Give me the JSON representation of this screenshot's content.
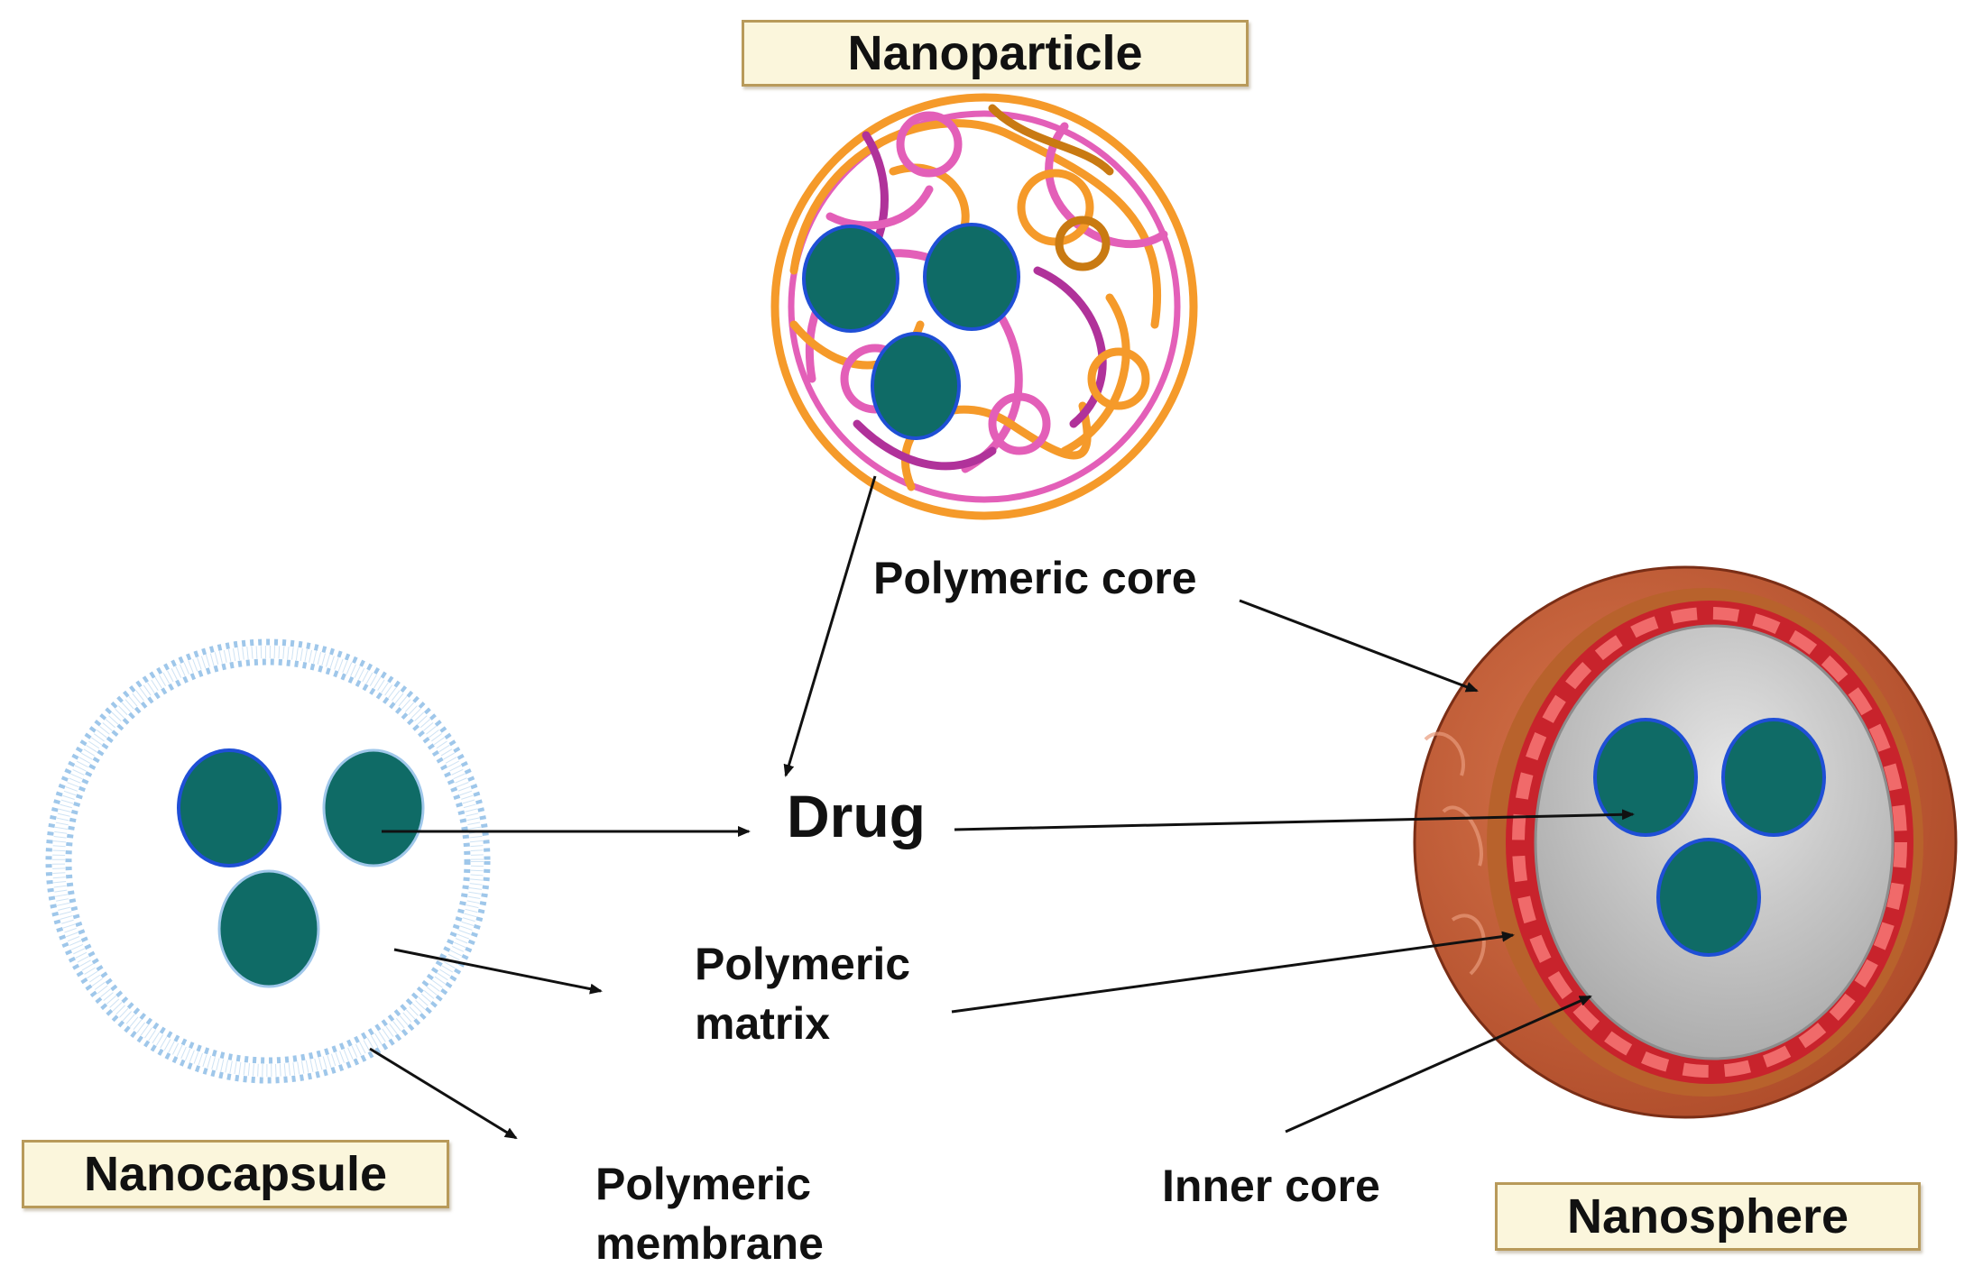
{
  "titles": {
    "nanoparticle": "Nanoparticle",
    "nanocapsule": "Nanocapsule",
    "nanosphere": "Nanosphere"
  },
  "labels": {
    "polymeric_core": "Polymeric core",
    "drug": "Drug",
    "polymeric_matrix_line1": "Polymeric",
    "polymeric_matrix_line2": "matrix",
    "polymeric_membrane_line1": "Polymeric",
    "polymeric_membrane_line2": "membrane",
    "inner_core": "Inner core"
  },
  "colors": {
    "drug_fill": "#0f6b66",
    "drug_outline": "#1f4fd6",
    "title_box_fill": "#fbf6dc",
    "title_box_border": "#b89a5a",
    "polymer_orange": "#f59a2a",
    "polymer_pink": "#e35fb8",
    "membrane_blue": "#9fc7ea",
    "sphere_shell": "#c4613a",
    "sphere_red_layer": "#c8232c",
    "inner_core_gray": "#b9b9b9"
  }
}
